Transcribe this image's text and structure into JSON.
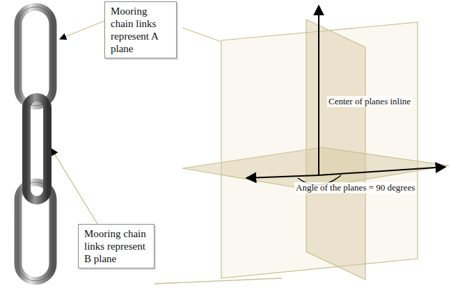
{
  "diagram": {
    "nodes": [
      {
        "text": [
          "Mooring chain links represent A plane"
        ]
      },
      {
        "text": [
          "Mooring chain links represent B plane"
        ]
      }
    ],
    "labels": [
      "Center of planes inline",
      "Angle of the planes = 90 degrees"
    ]
  }
}
